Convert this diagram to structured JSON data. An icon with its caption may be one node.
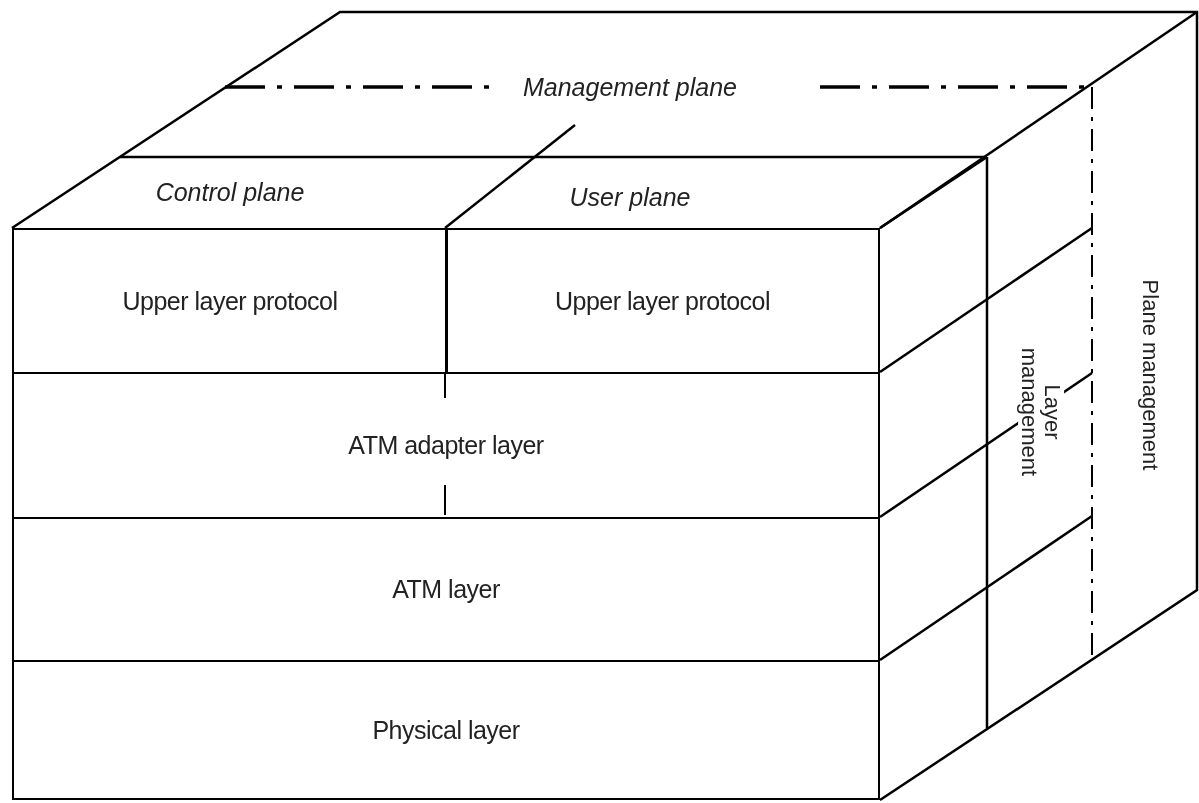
{
  "diagram": {
    "nodes": [
      {
        "text": [
          "Management plane"
        ]
      },
      {
        "text": [
          "Control plane"
        ]
      },
      {
        "text": [
          "User plane"
        ]
      },
      {
        "text": [
          "Upper layer protocol"
        ]
      },
      {
        "text": [
          "Upper layer protocol"
        ]
      },
      {
        "text": [
          "ATM adapter layer"
        ]
      },
      {
        "text": [
          "ATM layer"
        ]
      },
      {
        "text": [
          "Physical layer"
        ]
      },
      {
        "text": [
          "Layer management"
        ]
      },
      {
        "text": [
          "Plane management"
        ]
      }
    ]
  }
}
